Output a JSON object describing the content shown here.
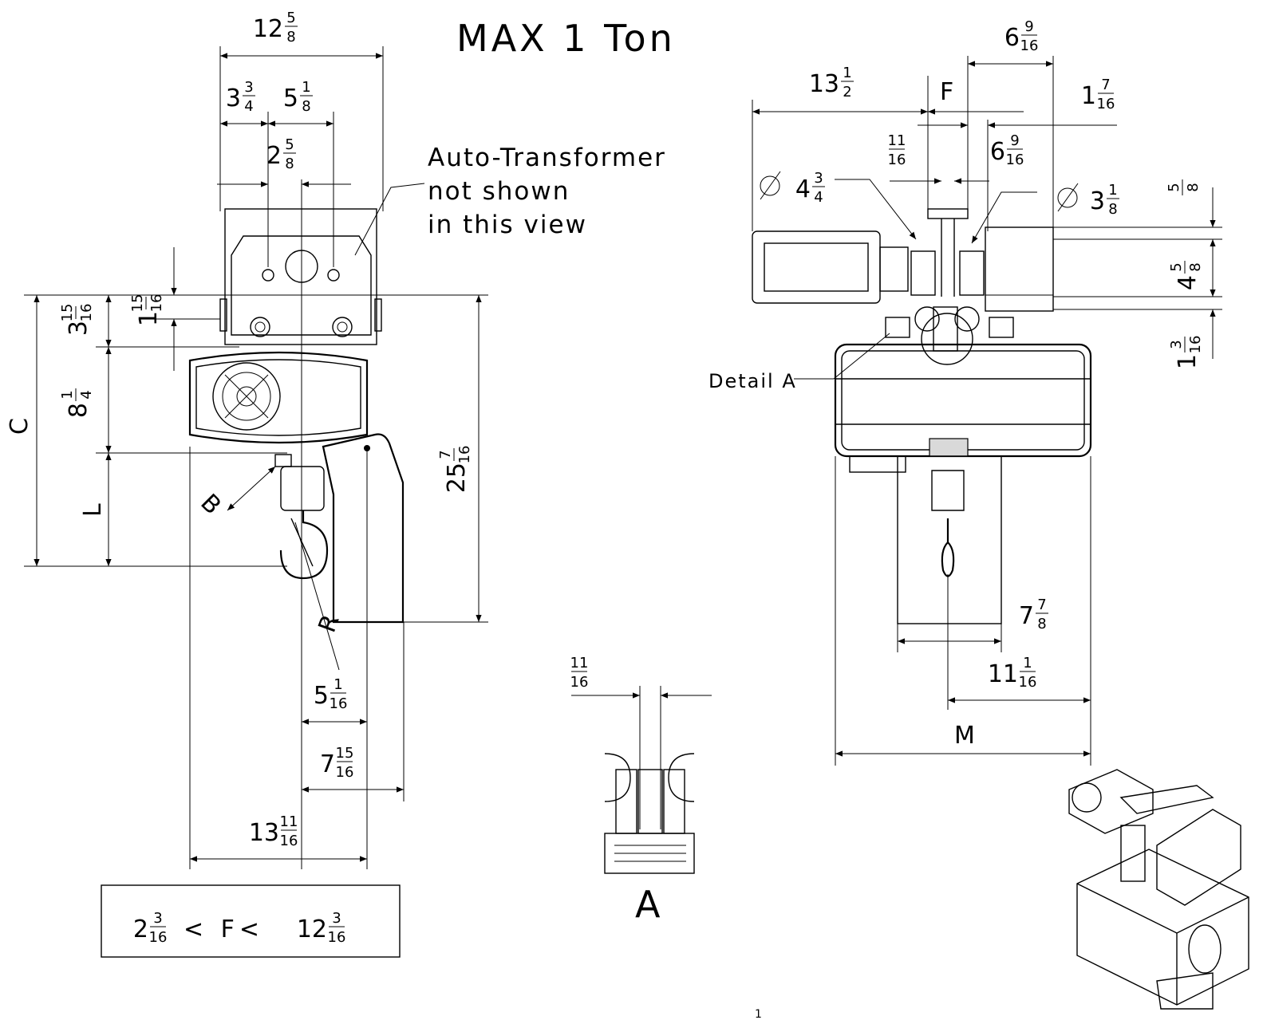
{
  "title": "MAX 1 Ton",
  "note_lines": [
    "Auto-Transformer",
    "not shown",
    "in this view"
  ],
  "range_box": {
    "low": {
      "w": "2",
      "n": "3",
      "d": "16"
    },
    "mid": "< F<",
    "high": {
      "w": "12",
      "n": "3",
      "d": "16"
    }
  },
  "detail_label": "Detail A",
  "section_label": "A",
  "page_number": "1",
  "letters": {
    "F": "F",
    "M": "M",
    "C": "C",
    "L": "L",
    "B": "B",
    "R": "R"
  },
  "dims": {
    "top_width": {
      "w": "12",
      "n": "5",
      "d": "8"
    },
    "top_left": {
      "w": "3",
      "n": "3",
      "d": "4"
    },
    "top_mid": {
      "w": "5",
      "n": "1",
      "d": "8"
    },
    "top_center": {
      "w": "2",
      "n": "5",
      "d": "8"
    },
    "left_a": {
      "w": "3",
      "n": "15",
      "d": "16"
    },
    "left_b": {
      "w": "1",
      "n": "15",
      "d": "16"
    },
    "left_c": {
      "w": "8",
      "n": "1",
      "d": "4"
    },
    "height_total": {
      "w": "25",
      "n": "7",
      "d": "16"
    },
    "bottom_a": {
      "w": "5",
      "n": "1",
      "d": "16"
    },
    "bottom_b": {
      "w": "7",
      "n": "15",
      "d": "16"
    },
    "bottom_c": {
      "w": "13",
      "n": "11",
      "d": "16"
    },
    "side_left": {
      "w": "13",
      "n": "1",
      "d": "2"
    },
    "side_top_right": {
      "w": "6",
      "n": "9",
      "d": "16"
    },
    "side_right": {
      "w": "1",
      "n": "7",
      "d": "16"
    },
    "side_small": {
      "w": "",
      "n": "11",
      "d": "16"
    },
    "side_mid": {
      "w": "6",
      "n": "9",
      "d": "16"
    },
    "dia_left": {
      "w": "4",
      "n": "3",
      "d": "4"
    },
    "dia_right": {
      "w": "3",
      "n": "1",
      "d": "8"
    },
    "right_a": {
      "w": "",
      "n": "5",
      "d": "8"
    },
    "right_b": {
      "w": "4",
      "n": "5",
      "d": "8"
    },
    "right_c": {
      "w": "1",
      "n": "3",
      "d": "16"
    },
    "side_lower_a": {
      "w": "7",
      "n": "7",
      "d": "8"
    },
    "side_lower_b": {
      "w": "11",
      "n": "1",
      "d": "16"
    },
    "detail_dim": {
      "w": "",
      "n": "11",
      "d": "16"
    }
  }
}
